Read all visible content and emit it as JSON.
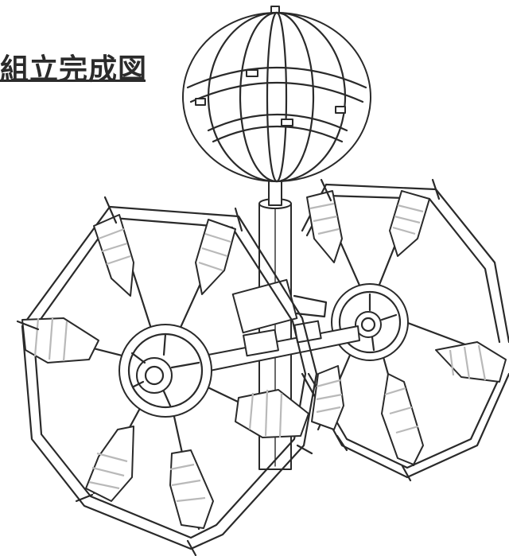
{
  "title": "組立完成図",
  "colors": {
    "line": "#2a2a2a",
    "stripe": "#b9b9b9",
    "background": "#ffffff"
  },
  "parts": [
    "globe-ornament",
    "center-pole",
    "left-arrow-wheel",
    "right-arrow-wheel",
    "axle"
  ]
}
